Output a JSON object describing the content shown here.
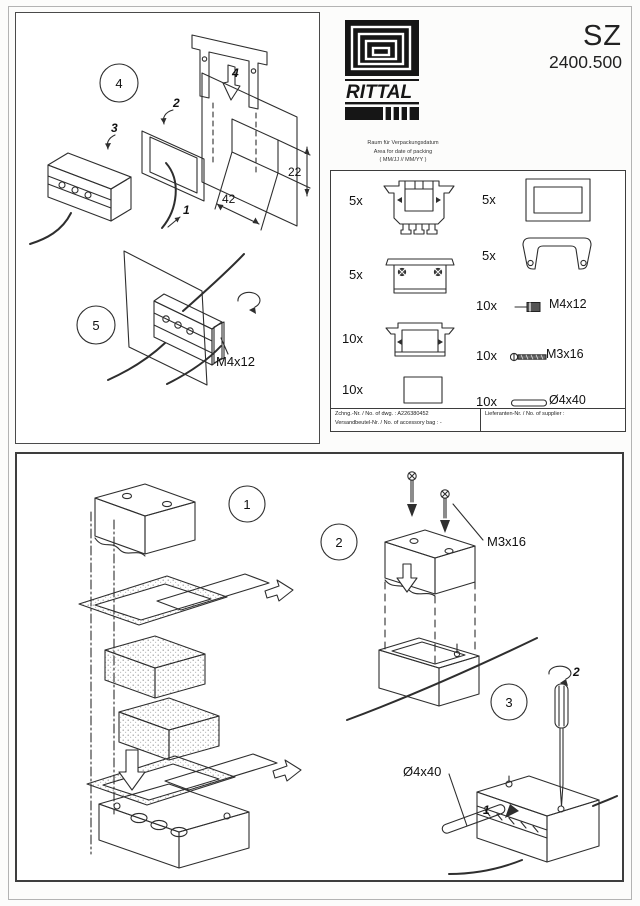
{
  "header": {
    "brand": "RITTAL",
    "series": "SZ",
    "model": "2400.500",
    "packing_note": [
      "Raum für Verpackungsdatum",
      "Area for date of packing",
      "( MM/JJ // MM/YY )"
    ]
  },
  "parts_box": {
    "left_items": [
      {
        "qty": "5x",
        "icon": "cable-gland-assembly-icon"
      },
      {
        "qty": "5x",
        "icon": "clamp-plate-with-screws-icon"
      },
      {
        "qty": "10x",
        "icon": "entry-frame-insert-icon"
      },
      {
        "qty": "10x",
        "icon": "blank-plate-icon"
      }
    ],
    "right_items": [
      {
        "qty": "5x",
        "icon": "frame-icon"
      },
      {
        "qty": "5x",
        "icon": "cover-bracket-icon"
      },
      {
        "qty": "10x",
        "icon": "screw-m4-icon",
        "label": "M4x12"
      },
      {
        "qty": "10x",
        "icon": "screw-m3-icon",
        "label": "M3x16"
      },
      {
        "qty": "10x",
        "icon": "dowel-rod-icon",
        "label": "Ø4x40"
      }
    ],
    "footer": {
      "drawing_no": "Zchng.-Nr. / No. of dwg. : A226380452",
      "accessory_bag": "Versandbeutel-Nr. / No. of accessory bag : -",
      "supplier": "Lieferanten-Nr. / No. of supplier :"
    }
  },
  "steps": {
    "s1": {
      "num": "1"
    },
    "s2": {
      "num": "2",
      "screw_label": "M3x16"
    },
    "s3": {
      "num": "3",
      "rod_label": "Ø4x40",
      "callout_rod": "1",
      "callout_driver": "2"
    },
    "s4": {
      "num": "4",
      "dim_height": "22",
      "dim_width": "42",
      "callout_1": "1",
      "callout_2": "2",
      "callout_3": "3",
      "callout_4": "4"
    },
    "s5": {
      "num": "5",
      "screw_label": "M4x12"
    }
  }
}
